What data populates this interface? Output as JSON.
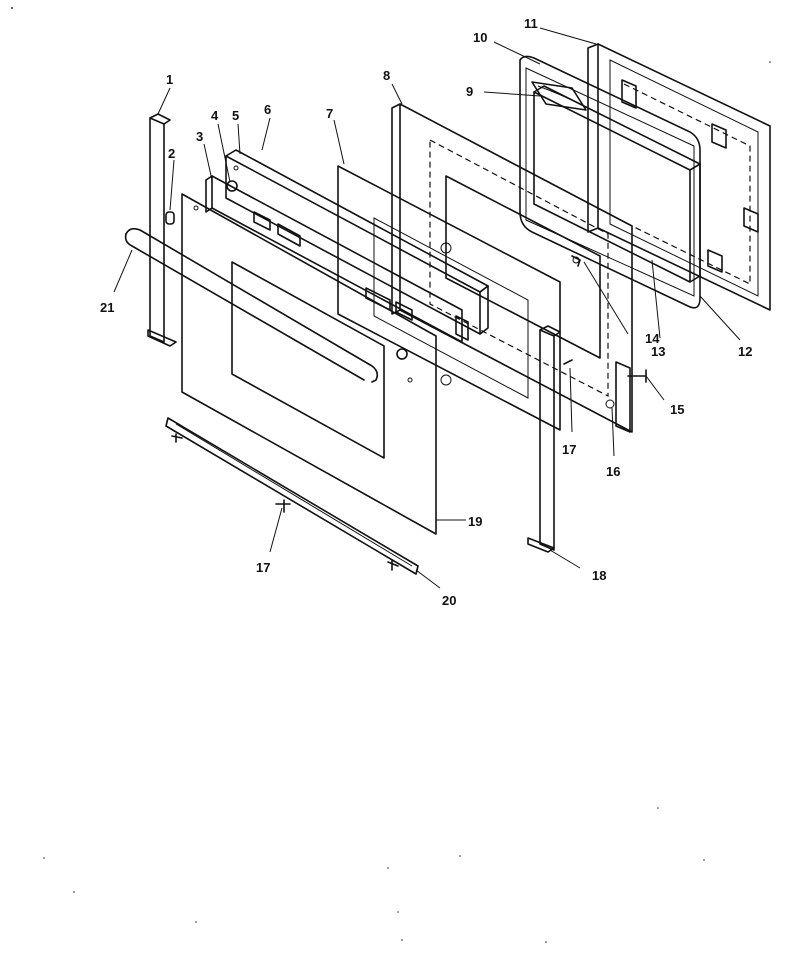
{
  "callouts": [
    {
      "id": "1",
      "label": "1"
    },
    {
      "id": "2",
      "label": "2"
    },
    {
      "id": "3",
      "label": "3"
    },
    {
      "id": "4",
      "label": "4"
    },
    {
      "id": "5",
      "label": "5"
    },
    {
      "id": "6",
      "label": "6"
    },
    {
      "id": "7",
      "label": "7"
    },
    {
      "id": "8",
      "label": "8"
    },
    {
      "id": "9",
      "label": "9"
    },
    {
      "id": "10",
      "label": "10"
    },
    {
      "id": "11",
      "label": "11"
    },
    {
      "id": "12",
      "label": "12"
    },
    {
      "id": "13",
      "label": "13"
    },
    {
      "id": "14",
      "label": "14"
    },
    {
      "id": "15",
      "label": "15"
    },
    {
      "id": "16",
      "label": "16"
    },
    {
      "id": "17a",
      "label": "17"
    },
    {
      "id": "17b",
      "label": "17"
    },
    {
      "id": "18",
      "label": "18"
    },
    {
      "id": "19",
      "label": "19"
    },
    {
      "id": "20",
      "label": "20"
    },
    {
      "id": "21",
      "label": "21"
    }
  ],
  "colors": {
    "line": "#111111",
    "background": "#ffffff"
  }
}
